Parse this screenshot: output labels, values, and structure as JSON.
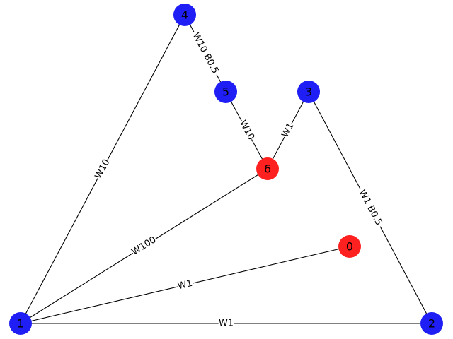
{
  "graph": {
    "colors": {
      "red": "#ff2020",
      "blue": "#1f1ff5"
    },
    "nodes": [
      {
        "id": "0",
        "label": "0",
        "color": "red"
      },
      {
        "id": "1",
        "label": "1",
        "color": "blue"
      },
      {
        "id": "2",
        "label": "2",
        "color": "blue"
      },
      {
        "id": "3",
        "label": "3",
        "color": "blue"
      },
      {
        "id": "4",
        "label": "4",
        "color": "blue"
      },
      {
        "id": "5",
        "label": "5",
        "color": "blue"
      },
      {
        "id": "6",
        "label": "6",
        "color": "red"
      }
    ],
    "edges": [
      {
        "source": "1",
        "target": "2",
        "label": "W1"
      },
      {
        "source": "1",
        "target": "0",
        "label": "W1"
      },
      {
        "source": "1",
        "target": "6",
        "label": "W100"
      },
      {
        "source": "1",
        "target": "4",
        "label": "W10"
      },
      {
        "source": "4",
        "target": "5",
        "label": "W10 B0.5"
      },
      {
        "source": "5",
        "target": "6",
        "label": "W10"
      },
      {
        "source": "3",
        "target": "6",
        "label": "W1"
      },
      {
        "source": "3",
        "target": "2",
        "label": "W1 B0.5"
      }
    ]
  }
}
